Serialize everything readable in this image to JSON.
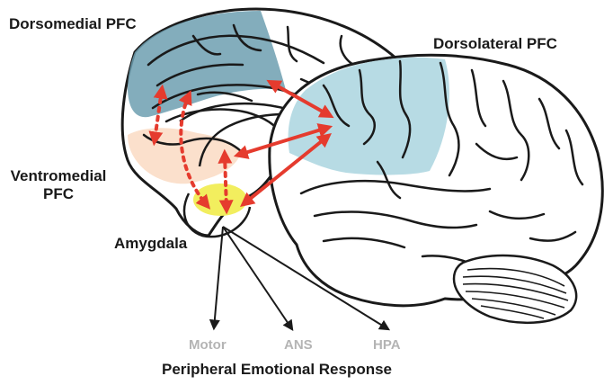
{
  "regions": {
    "dorsomedial_pfc": "Dorsomedial PFC",
    "dorsolateral_pfc": "Dorsolateral PFC",
    "ventromedial_pfc_line1": "Ventromedial",
    "ventromedial_pfc_line2": "PFC",
    "amygdala": "Amygdala"
  },
  "outputs": {
    "motor": "Motor",
    "ans": "ANS",
    "hpa": "HPA"
  },
  "footer": "Peripheral Emotional Response",
  "colors": {
    "dorsomedial_fill": "#6d9fb0",
    "dorsolateral_fill": "#b7dbe4",
    "ventromedial_fill": "#fbe0cc",
    "amygdala_fill": "#f2ee5e",
    "connection_arrows": "#e53b2e",
    "output_arrows": "#1a1a1a",
    "output_label_gray": "#b4b4b4"
  }
}
